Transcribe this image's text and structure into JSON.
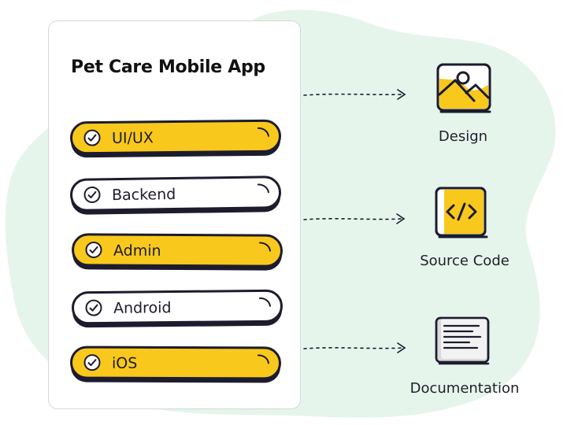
{
  "card": {
    "title": "Pet Care Mobile App",
    "items": [
      {
        "label": "UI/UX",
        "style": "yellow"
      },
      {
        "label": "Backend",
        "style": "white"
      },
      {
        "label": "Admin",
        "style": "yellow"
      },
      {
        "label": "Android",
        "style": "white"
      },
      {
        "label": "iOS",
        "style": "yellow"
      }
    ]
  },
  "outputs": [
    {
      "label": "Design",
      "icon": "image-icon"
    },
    {
      "label": "Source Code",
      "icon": "code-icon"
    },
    {
      "label": "Documentation",
      "icon": "document-icon"
    }
  ],
  "colors": {
    "accent": "#f8c81c",
    "outline": "#1c1c2e",
    "blob": "#e6f5ec"
  }
}
